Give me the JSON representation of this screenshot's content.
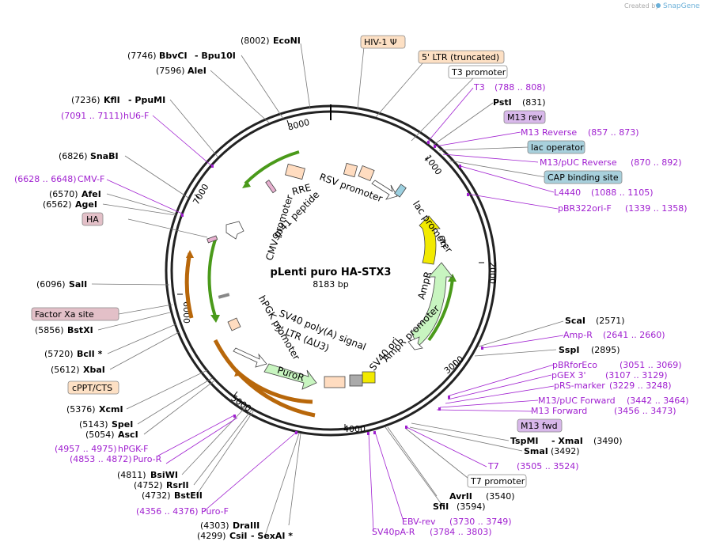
{
  "credit": {
    "created_by": "Created by",
    "brand": "SnapGene"
  },
  "plasmid": {
    "name": "pLenti puro HA-STX3",
    "size": "8183 bp"
  },
  "ticks": [
    "1000",
    "2000",
    "3000",
    "4000",
    "5000",
    "6000",
    "7000",
    "8000"
  ],
  "inner_features": [
    "RSV promoter",
    "lac promoter",
    "ori",
    "AmpR",
    "AmpR promoter",
    "SV40 ori",
    "SV40 poly(A) signal",
    "3' LTR (ΔU3)",
    "PuroR",
    "hPGK promoter",
    "CMV promoter",
    "gp41 peptide",
    "RRE"
  ],
  "sites": {
    "econi": {
      "pos": "(8002)",
      "name": "EcoNI"
    },
    "bbvci": {
      "pos": "(7746)",
      "name": "BbvCI",
      "name2": "- Bpu10I"
    },
    "alei": {
      "pos": "(7596)",
      "name": "AleI"
    },
    "kfli": {
      "pos": "(7236)",
      "name": "KflI",
      "name2": "- PpuMI"
    },
    "hu6f": {
      "pos": "(7091 .. 7111)",
      "name": "hU6-F"
    },
    "snabi": {
      "pos": "(6826)",
      "name": "SnaBI"
    },
    "cmvf": {
      "pos": "(6628 .. 6648)",
      "name": "CMV-F"
    },
    "afei": {
      "pos": "(6570)",
      "name": "AfeI"
    },
    "agei": {
      "pos": "(6562)",
      "name": "AgeI"
    },
    "ha": {
      "name": "HA"
    },
    "sali": {
      "pos": "(6096)",
      "name": "SalI"
    },
    "factorxa": {
      "name": "Factor Xa site"
    },
    "bstxi": {
      "pos": "(5856)",
      "name": "BstXI"
    },
    "bcli": {
      "pos": "(5720)",
      "name": "BclI *"
    },
    "xbai": {
      "pos": "(5612)",
      "name": "XbaI"
    },
    "cppt": {
      "name": "cPPT/CTS"
    },
    "xcmi": {
      "pos": "(5376)",
      "name": "XcmI"
    },
    "spei": {
      "pos": "(5143)",
      "name": "SpeI"
    },
    "asci": {
      "pos": "(5054)",
      "name": "AscI"
    },
    "hpgkf": {
      "pos": "(4957 .. 4975)",
      "name": "hPGK-F"
    },
    "puror": {
      "pos": "(4853 .. 4872)",
      "name": "Puro-R"
    },
    "bsiwi": {
      "pos": "(4811)",
      "name": "BsiWI"
    },
    "rsrii": {
      "pos": "(4752)",
      "name": "RsrII"
    },
    "bsteii": {
      "pos": "(4732)",
      "name": "BstEII"
    },
    "purof": {
      "pos": "(4356 .. 4376)",
      "name": "Puro-F"
    },
    "draiii": {
      "pos": "(4303)",
      "name": "DraIII"
    },
    "csii": {
      "pos": "(4299)",
      "name": "CsiI",
      "name2": "- SexAI *"
    },
    "hiv1": {
      "name": "HIV-1 Ψ"
    },
    "ltr5": {
      "name": "5' LTR (truncated)"
    },
    "t3prom": {
      "name": "T3 promoter"
    },
    "t3": {
      "name": "T3",
      "pos": "(788 .. 808)"
    },
    "psti": {
      "name": "PstI",
      "pos": "(831)"
    },
    "m13rev": {
      "name": "M13 rev"
    },
    "m13reverse": {
      "name": "M13 Reverse",
      "pos": "(857 .. 873)"
    },
    "lacop": {
      "name": "lac operator"
    },
    "m13pucrev": {
      "name": "M13/pUC Reverse",
      "pos": "(870 .. 892)"
    },
    "cap": {
      "name": "CAP binding site"
    },
    "l4440": {
      "name": "L4440",
      "pos": "(1088 .. 1105)"
    },
    "pbr322": {
      "name": "pBR322ori-F",
      "pos": "(1339 .. 1358)"
    },
    "scai": {
      "name": "ScaI",
      "pos": "(2571)"
    },
    "ampr": {
      "name": "Amp-R",
      "pos": "(2641 .. 2660)"
    },
    "sspi": {
      "name": "SspI",
      "pos": "(2895)"
    },
    "pbrforeco": {
      "name": "pBRforEco",
      "pos": "(3051 .. 3069)"
    },
    "pgex3": {
      "name": "pGEX 3'",
      "pos": "(3107 .. 3129)"
    },
    "prsmarker": {
      "name": "pRS-marker",
      "pos": "(3229 .. 3248)"
    },
    "m13pucfwd": {
      "name": "M13/pUC Forward",
      "pos": "(3442 .. 3464)"
    },
    "m13forward": {
      "name": "M13 Forward",
      "pos": "(3456 .. 3473)"
    },
    "m13fwd": {
      "name": "M13 fwd"
    },
    "tspmi": {
      "name": "TspMI",
      "name2": "- XmaI",
      "pos": "(3490)"
    },
    "smai": {
      "name": "SmaI",
      "pos": "(3492)"
    },
    "t7": {
      "name": "T7",
      "pos": "(3505 .. 3524)"
    },
    "t7prom": {
      "name": "T7 promoter"
    },
    "avrii": {
      "name": "AvrII",
      "pos": "(3540)"
    },
    "sfii": {
      "name": "SfiI",
      "pos": "(3594)"
    },
    "ebvrev": {
      "name": "EBV-rev",
      "pos": "(3730 .. 3749)"
    },
    "sv40par": {
      "name": "SV40pA-R",
      "pos": "(3784 .. 3803)"
    }
  }
}
